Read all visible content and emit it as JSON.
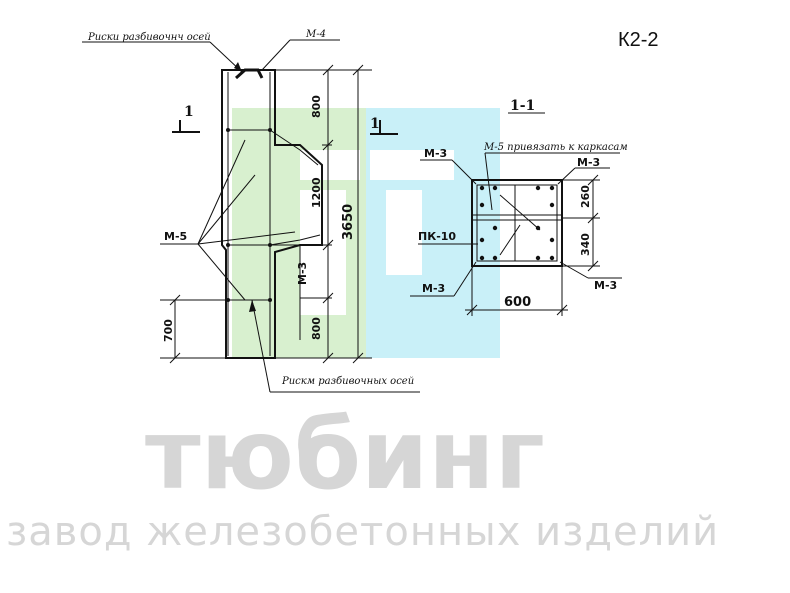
{
  "drawing": {
    "code": "К2-2",
    "labels": {
      "top_axes": "Риски разбивочнч осей",
      "bottom_axes": "Рискм разбивочных осей",
      "m4": "М-4",
      "m5": "М-5",
      "m3_vertical": "М-3",
      "section_marker_left": "1",
      "section_marker_right": "1",
      "section_title": "1-1",
      "m5_note": "М-5 привязать к каркасам",
      "m3_top_left": "М-3",
      "m3_top_right": "М-3",
      "pk10": "ПК-10",
      "m3_bottom_left": "М-3",
      "m3_bottom_right": "М-3"
    },
    "dimensions": {
      "d800_top": "800",
      "d1200": "1200",
      "d3650": "3650",
      "d800_bottom": "800",
      "d700": "700",
      "d260": "260",
      "d340": "340",
      "d600": "600"
    }
  },
  "watermark": {
    "brand": "тюбинг",
    "tagline": "завод железобетонных изделий",
    "colors": {
      "green": "#d8f0cf",
      "cyan": "#c9f0f8",
      "text": "#d6d6d6"
    }
  }
}
